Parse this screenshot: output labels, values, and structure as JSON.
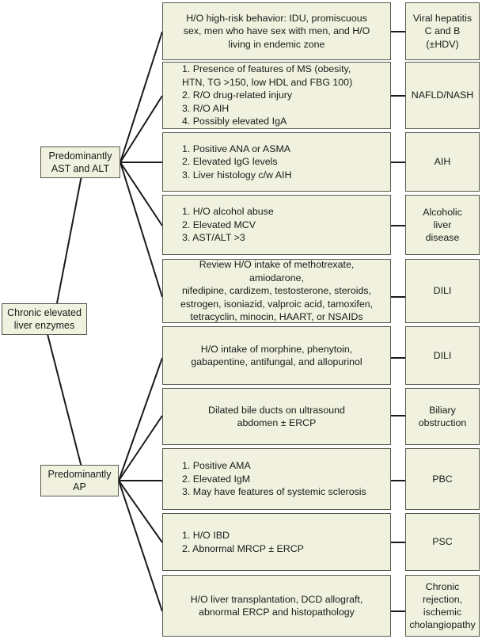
{
  "diagram": {
    "title": "Chronic elevated liver enzymes diagnostic algorithm",
    "colors": {
      "node_fill": "#f0f1de",
      "node_border": "#58584e",
      "edge": "#1a1a1a",
      "text": "#1a1a1a",
      "background": "#ffffff"
    },
    "root": {
      "id": "root",
      "label": "Chronic elevated\nliver enzymes"
    },
    "branches": [
      {
        "id": "branch-ast-alt",
        "label": "Predominantly\nAST and ALT"
      },
      {
        "id": "branch-ap",
        "label": "Predominantly\nAP"
      }
    ],
    "rows": [
      {
        "id": "row-viral-hepatitis",
        "branch": "branch-ast-alt",
        "numbered": false,
        "finding": "H/O high-risk behavior: IDU, promiscuous\nsex, men who have sex with men, and H/O\nliving in endemic zone",
        "diagnosis": "Viral hepatitis\nC and B\n(±HDV)"
      },
      {
        "id": "row-nafld-nash",
        "branch": "branch-ast-alt",
        "numbered": true,
        "finding": "1. Presence of features of MS (obesity,\n    HTN, TG >150, low HDL and FBG  100)\n2. R/O drug-related injury\n3. R/O AIH\n4. Possibly elevated IgA",
        "diagnosis": "NAFLD/NASH"
      },
      {
        "id": "row-aih",
        "branch": "branch-ast-alt",
        "numbered": true,
        "finding": "1. Positive ANA or ASMA\n2. Elevated IgG levels\n3. Liver histology c/w AIH",
        "diagnosis": "AIH"
      },
      {
        "id": "row-alcoholic-liver-disease",
        "branch": "branch-ast-alt",
        "numbered": true,
        "finding": "1. H/O alcohol abuse\n2. Elevated MCV\n3. AST/ALT >3",
        "diagnosis": "Alcoholic\nliver\ndisease"
      },
      {
        "id": "row-dili-1",
        "branch": "branch-ast-alt",
        "numbered": false,
        "finding": "Review H/O intake of methotrexate, amiodarone,\nnifedipine, cardizem, testosterone, steroids,\nestrogen, isoniazid, valproic acid, tamoxifen,\ntetracyclin, minocin, HAART, or NSAIDs",
        "diagnosis": "DILI"
      },
      {
        "id": "row-dili-2",
        "branch": "branch-ap",
        "numbered": false,
        "finding": "H/O intake of morphine, phenytoin,\ngabapentine, antifungal, and allopurinol",
        "diagnosis": "DILI"
      },
      {
        "id": "row-biliary-obstruction",
        "branch": "branch-ap",
        "numbered": false,
        "finding": "Dilated bile ducts on ultrasound\nabdomen ± ERCP",
        "diagnosis": "Biliary\nobstruction"
      },
      {
        "id": "row-pbc",
        "branch": "branch-ap",
        "numbered": true,
        "finding": "1. Positive AMA\n2. Elevated IgM\n3. May have features of systemic sclerosis",
        "diagnosis": "PBC"
      },
      {
        "id": "row-psc",
        "branch": "branch-ap",
        "numbered": true,
        "finding": "1. H/O IBD\n2. Abnormal MRCP ± ERCP",
        "diagnosis": "PSC"
      },
      {
        "id": "row-chronic-rejection",
        "branch": "branch-ap",
        "numbered": false,
        "finding": "H/O liver transplantation, DCD allograft,\nabnormal ERCP and histopathology",
        "diagnosis": "Chronic\nrejection,\nischemic\ncholangiopathy"
      }
    ]
  }
}
